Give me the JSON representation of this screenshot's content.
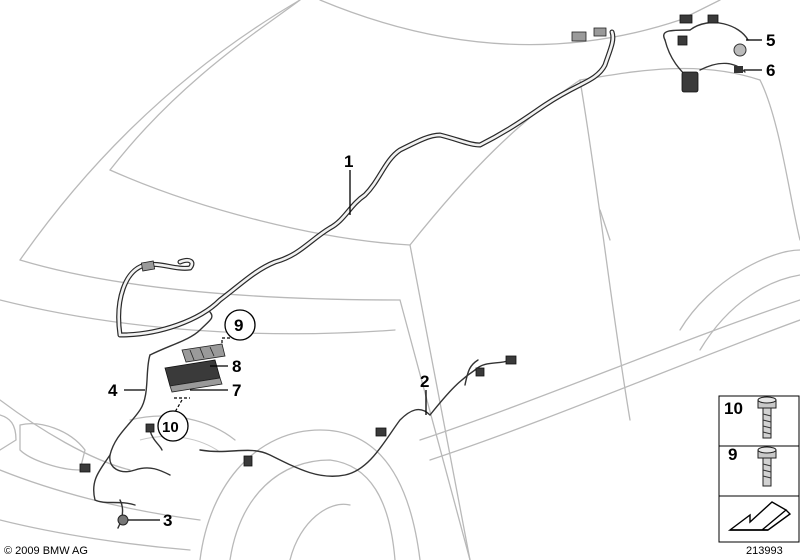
{
  "callouts": {
    "c1": "1",
    "c2": "2",
    "c3": "3",
    "c4": "4",
    "c5": "5",
    "c6": "6",
    "c7": "7",
    "c8": "8",
    "c9": "9",
    "c10": "10"
  },
  "legend": {
    "bolt_top_label": "10",
    "bolt_bottom_label": "9"
  },
  "footer": {
    "copyright": "© 2009 BMW AG",
    "diagram_number": "213993"
  }
}
